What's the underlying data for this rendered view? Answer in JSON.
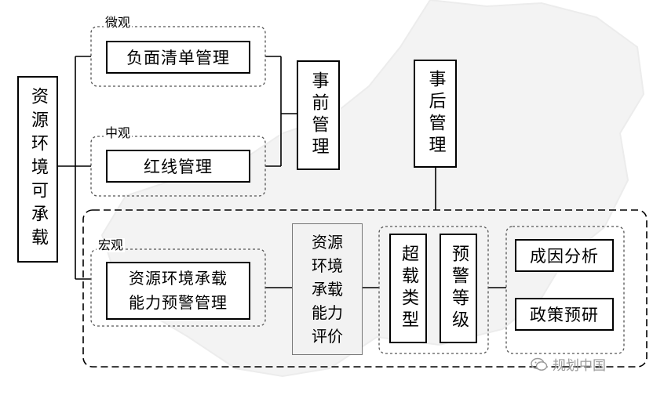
{
  "left_title": "资源环境可承载",
  "levels": {
    "micro": "微观",
    "meso": "中观",
    "macro": "宏观"
  },
  "boxes": {
    "negative_list": "负面清单管理",
    "red_line": "红线管理",
    "early_warning_line1": "资源环境承载",
    "early_warning_line2": "能力预警管理",
    "pre_management": "事前管理",
    "post_management": "事后管理",
    "evaluation": "资源环境承载能力评价",
    "exceed_type": "超载类型",
    "warning_grade": "预警等级",
    "cause_analysis": "成因分析",
    "policy_research": "政策预研"
  },
  "watermark": "规划中国"
}
